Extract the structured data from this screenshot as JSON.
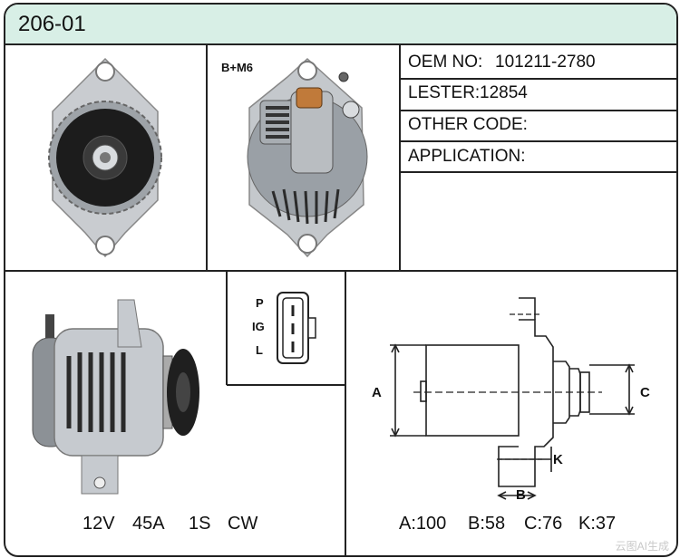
{
  "header": {
    "model": "206-01"
  },
  "terminal_label": "B+M6",
  "info": {
    "oem_label": "OEM NO:",
    "oem_value": "101211-2780",
    "lester_label": "LESTER:",
    "lester_value": "12854",
    "other_code_label": "OTHER CODE:",
    "other_code_value": "",
    "application_label": "APPLICATION:",
    "application_value": ""
  },
  "connector_pins": [
    "P",
    "IG",
    "L"
  ],
  "specs": [
    "12V",
    "45A",
    "1S",
    "CW"
  ],
  "dimension_labels": {
    "a": "A",
    "b": "B",
    "c": "C",
    "k": "K"
  },
  "dimensions": [
    "A:100",
    "B:58",
    "C:76",
    "K:37"
  ],
  "watermark": "云图AI生成"
}
